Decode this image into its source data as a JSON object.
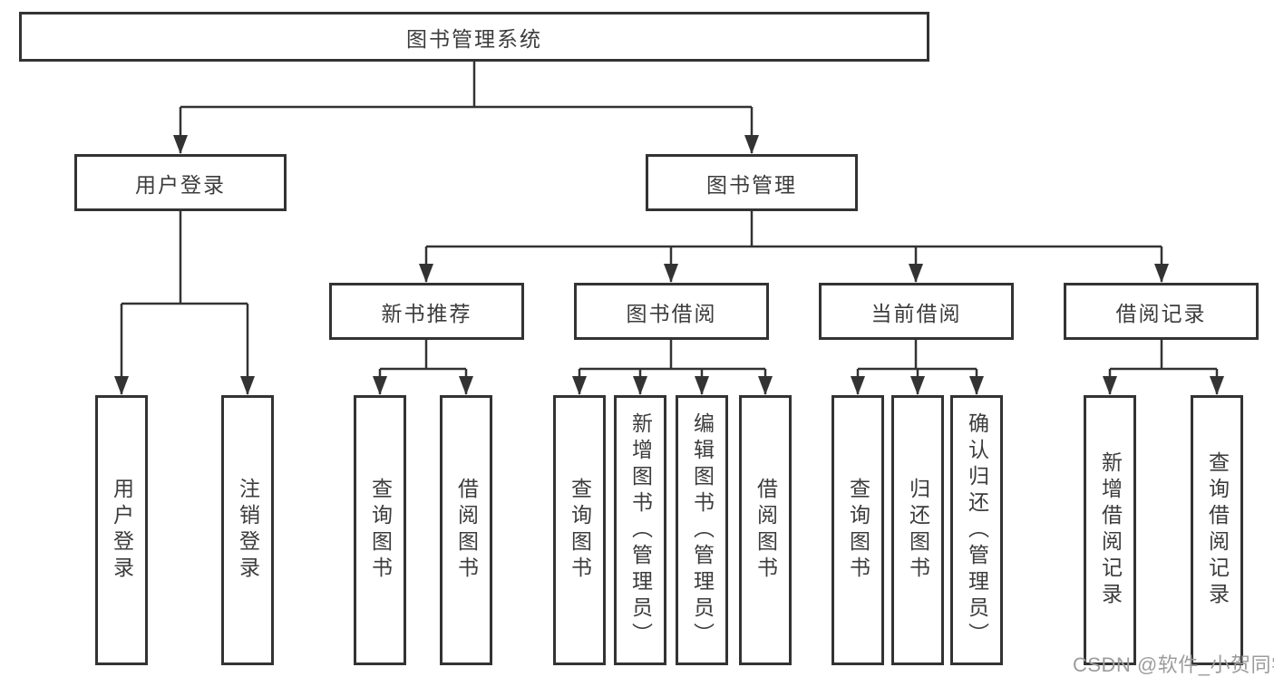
{
  "tree": {
    "root": {
      "label": "图书管理系统"
    },
    "branches": [
      {
        "label": "用户登录",
        "leaves": [
          {
            "label": "用户登录"
          },
          {
            "label": "注销登录"
          }
        ]
      },
      {
        "label": "图书管理",
        "sections": [
          {
            "label": "新书推荐",
            "leaves": [
              {
                "label": "查询图书"
              },
              {
                "label": "借阅图书"
              }
            ]
          },
          {
            "label": "图书借阅",
            "leaves": [
              {
                "label": "查询图书"
              },
              {
                "label": "新增图书（管理员）"
              },
              {
                "label": "编辑图书（管理员）"
              },
              {
                "label": "借阅图书"
              }
            ]
          },
          {
            "label": "当前借阅",
            "leaves": [
              {
                "label": "查询图书"
              },
              {
                "label": "归还图书"
              },
              {
                "label": "确认归还（管理员）"
              }
            ]
          },
          {
            "label": "借阅记录",
            "leaves": [
              {
                "label": "新增借阅记录"
              },
              {
                "label": "查询借阅记录"
              }
            ]
          }
        ]
      }
    ]
  },
  "watermark": {
    "text": "CSDN @软件_小贺同学"
  },
  "colors": {
    "line": "#333333",
    "text": "#3c3c3c",
    "watermark": "#9c9c9c",
    "background": "#ffffff"
  }
}
